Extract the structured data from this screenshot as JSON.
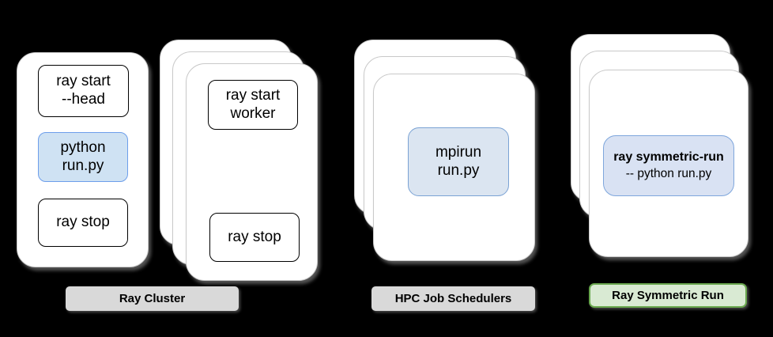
{
  "labels": {
    "ray_cluster": "Ray Cluster",
    "hpc_job_schedulers": "HPC Job Schedulers",
    "ray_symmetric_run": "Ray Symmetric Run"
  },
  "head_card": {
    "start": {
      "line1": "ray start",
      "line2": "--head"
    },
    "run": {
      "line1": "python",
      "line2": "run.py"
    },
    "stop": {
      "line1": "ray stop"
    }
  },
  "worker_card": {
    "start": {
      "line1": "ray start",
      "line2": "worker"
    },
    "stop": {
      "line1": "ray stop"
    }
  },
  "hpc_card": {
    "run": {
      "line1": "mpirun",
      "line2": "run.py"
    }
  },
  "symmetric_card": {
    "run": {
      "line1": "ray symmetric-run",
      "line2": "-- python run.py"
    }
  },
  "colors": {
    "background": "#000000",
    "card_fill": "#ffffff",
    "card_border": "#c9c9c9",
    "command_box_border": "#000000",
    "blue_box_fill": "#cfe2f3",
    "blue_box_border": "#6d9eeb",
    "hpc_box_fill": "#dbe5f1",
    "hpc_box_border": "#7aa2d4",
    "symmetric_box_fill": "#d9e2f3",
    "symmetric_box_border": "#7ea6dc",
    "gray_label_fill": "#d9d9d9",
    "green_label_fill": "#d9ead3",
    "green_label_border": "#6aa84f"
  }
}
